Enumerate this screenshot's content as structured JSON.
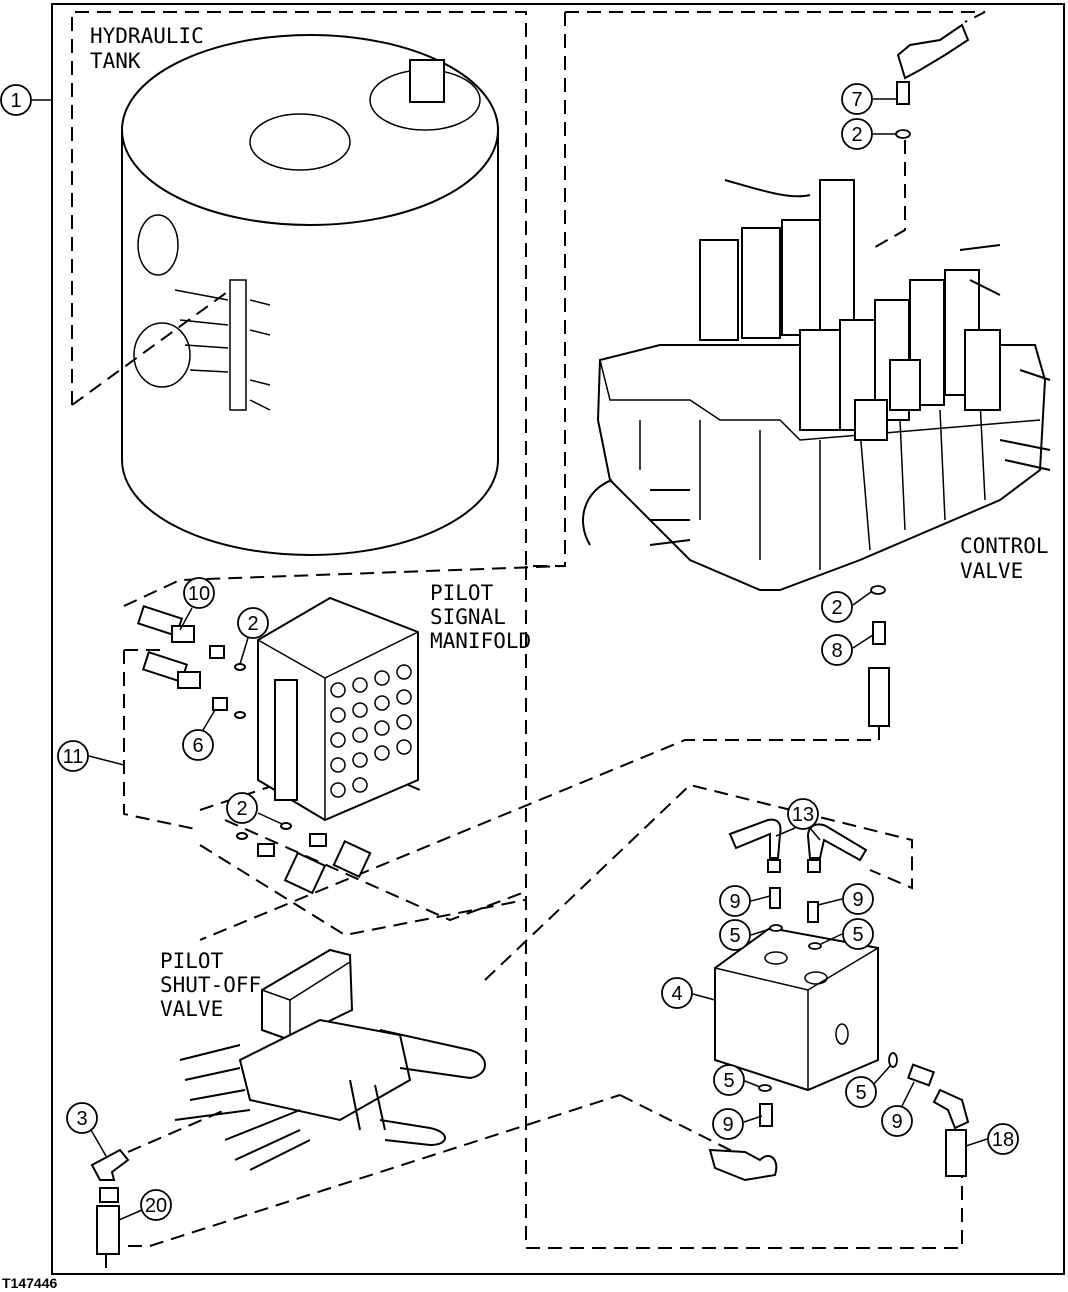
{
  "labels": {
    "hydraulic_tank": [
      "HYDRAULIC",
      "TANK"
    ],
    "pilot_signal_manifold": [
      "PILOT",
      "SIGNAL",
      "MANIFOLD"
    ],
    "control_valve": [
      "CONTROL",
      "VALVE"
    ],
    "pilot_shutoff_valve": [
      "PILOT",
      "SHUT-OFF",
      "VALVE"
    ]
  },
  "callouts": [
    "1",
    "7",
    "2",
    "2",
    "8",
    "10",
    "2",
    "11",
    "6",
    "2",
    "13",
    "9",
    "9",
    "5",
    "5",
    "4",
    "5",
    "5",
    "9",
    "9",
    "18",
    "3",
    "20"
  ],
  "figure_id": "T147446"
}
